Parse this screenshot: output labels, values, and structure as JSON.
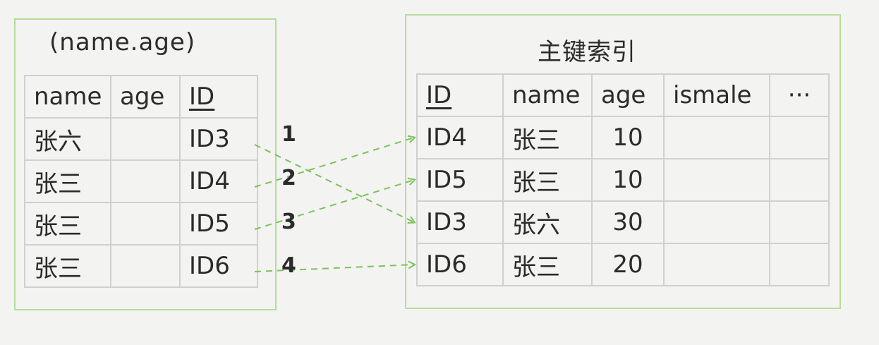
{
  "left_index": {
    "title": "(name.age)",
    "headers": [
      "name",
      "age",
      "ID"
    ],
    "rows": [
      [
        "张六",
        "",
        "ID3"
      ],
      [
        "张三",
        "",
        "ID4"
      ],
      [
        "张三",
        "",
        "ID5"
      ],
      [
        "张三",
        "",
        "ID6"
      ]
    ]
  },
  "primary_index": {
    "title": "主键索引",
    "headers": [
      "ID",
      "name",
      "age",
      "ismale",
      "···"
    ],
    "rows": [
      [
        "ID4",
        "张三",
        "10",
        "",
        ""
      ],
      [
        "ID5",
        "张三",
        "10",
        "",
        ""
      ],
      [
        "ID3",
        "张六",
        "30",
        "",
        ""
      ],
      [
        "ID6",
        "张三",
        "20",
        "",
        ""
      ]
    ]
  },
  "lookups": [
    {
      "step": "1",
      "from_id": "ID3",
      "to_id": "ID3"
    },
    {
      "step": "2",
      "from_id": "ID4",
      "to_id": "ID4"
    },
    {
      "step": "3",
      "from_id": "ID5",
      "to_id": "ID5"
    },
    {
      "step": "4",
      "from_id": "ID6",
      "to_id": "ID6"
    }
  ],
  "colors": {
    "panel_border": "#b5dd9a",
    "arrow": "#7cc35c",
    "grid": "#d0d0cc"
  }
}
